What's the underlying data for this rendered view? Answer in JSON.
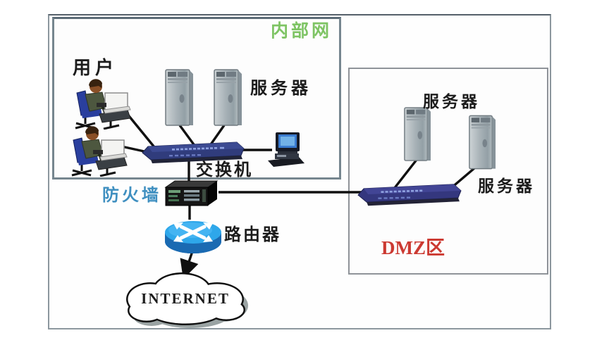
{
  "diagram": {
    "type": "network-topology",
    "zones": {
      "internal": {
        "label": "内部网",
        "color": "#7ec464"
      },
      "dmz": {
        "label": "DMZ区",
        "color": "#cc3a32"
      }
    },
    "nodes": {
      "users": {
        "label": "用户",
        "count": 2
      },
      "internal_servers": {
        "label": "服务器",
        "count": 2
      },
      "switch": {
        "label": "交换机"
      },
      "firewall": {
        "label": "防火墙",
        "color": "#3f8fc0"
      },
      "router": {
        "label": "路由器"
      },
      "dmz_server_top": {
        "label": "服务器"
      },
      "dmz_server_right": {
        "label": "服务器"
      },
      "dmz_switch": {
        "label": ""
      },
      "workstation": {
        "label": ""
      },
      "internet": {
        "label": "INTERNET"
      }
    },
    "links": [
      "user1-switch",
      "user2-switch",
      "server1-switch",
      "server2-switch",
      "switch-workstation",
      "switch-firewall",
      "firewall-dmz-switch",
      "firewall-router",
      "router-internet",
      "dmz-server1-dmz-switch",
      "dmz-server2-dmz-switch"
    ]
  }
}
